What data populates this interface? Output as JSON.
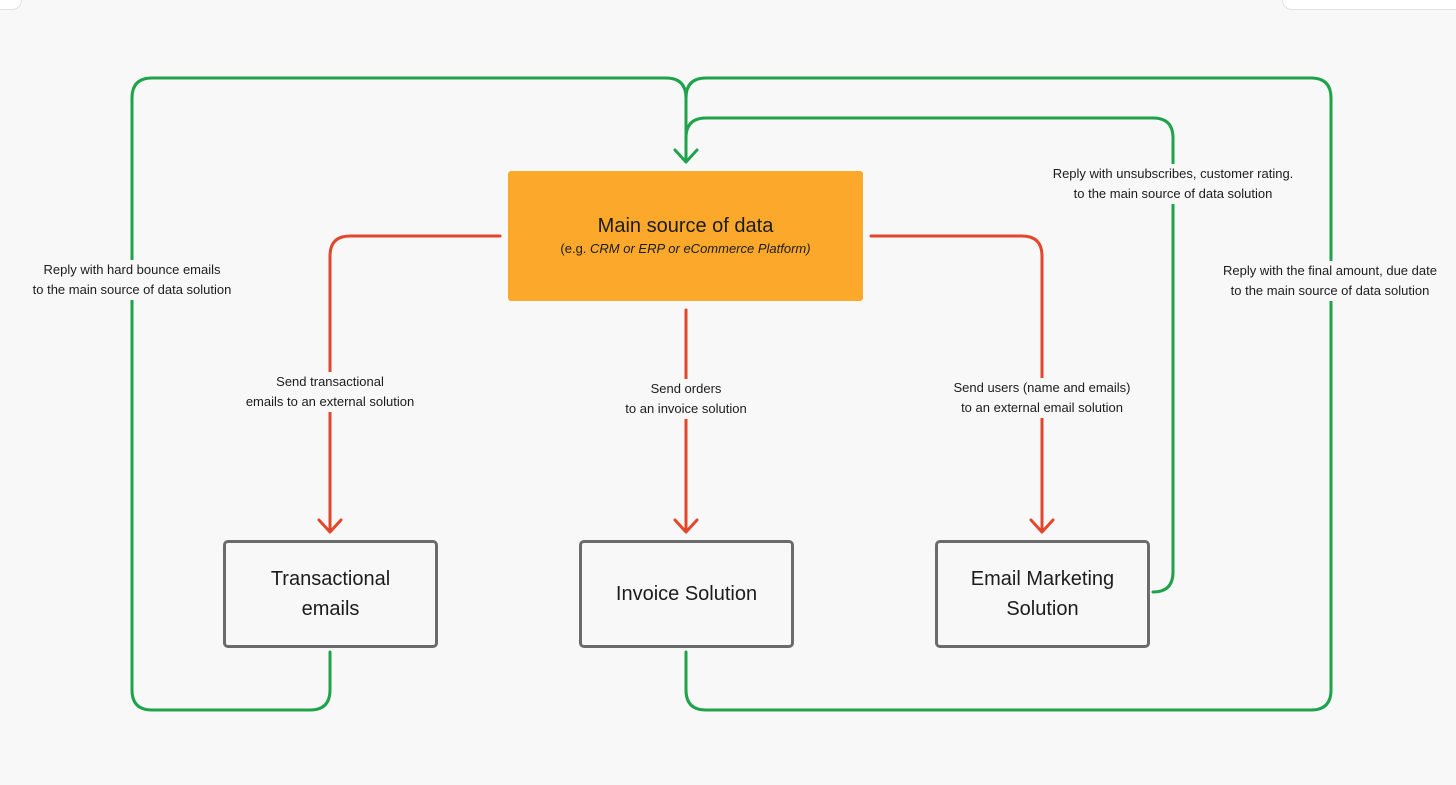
{
  "colors": {
    "background": "#f8f8f8",
    "main_box": "#fba82b",
    "send_arrows": "#e2462b",
    "reply_lines": "#1fa34a",
    "node_border": "#6b6b6b"
  },
  "main_node": {
    "title": "Main source of data",
    "subtitle_prefix": "(e.g. ",
    "subtitle_examples": "CRM or ERP or  eCommerce Platform)"
  },
  "nodes": [
    {
      "label": "Transactional\nemails"
    },
    {
      "label": "Invoice Solution"
    },
    {
      "label": "Email Marketing\nSolution"
    }
  ],
  "send_labels": [
    "Send transactional\nemails to an external solution",
    "Send orders\nto an invoice solution",
    "Send users (name and emails)\nto an external email solution"
  ],
  "reply_labels": [
    "Reply with hard bounce emails\nto the main source of data solution",
    "Reply with unsubscribes, customer rating.\nto the main source of data solution",
    "Reply with the final amount, due date\nto the main source of data solution"
  ]
}
